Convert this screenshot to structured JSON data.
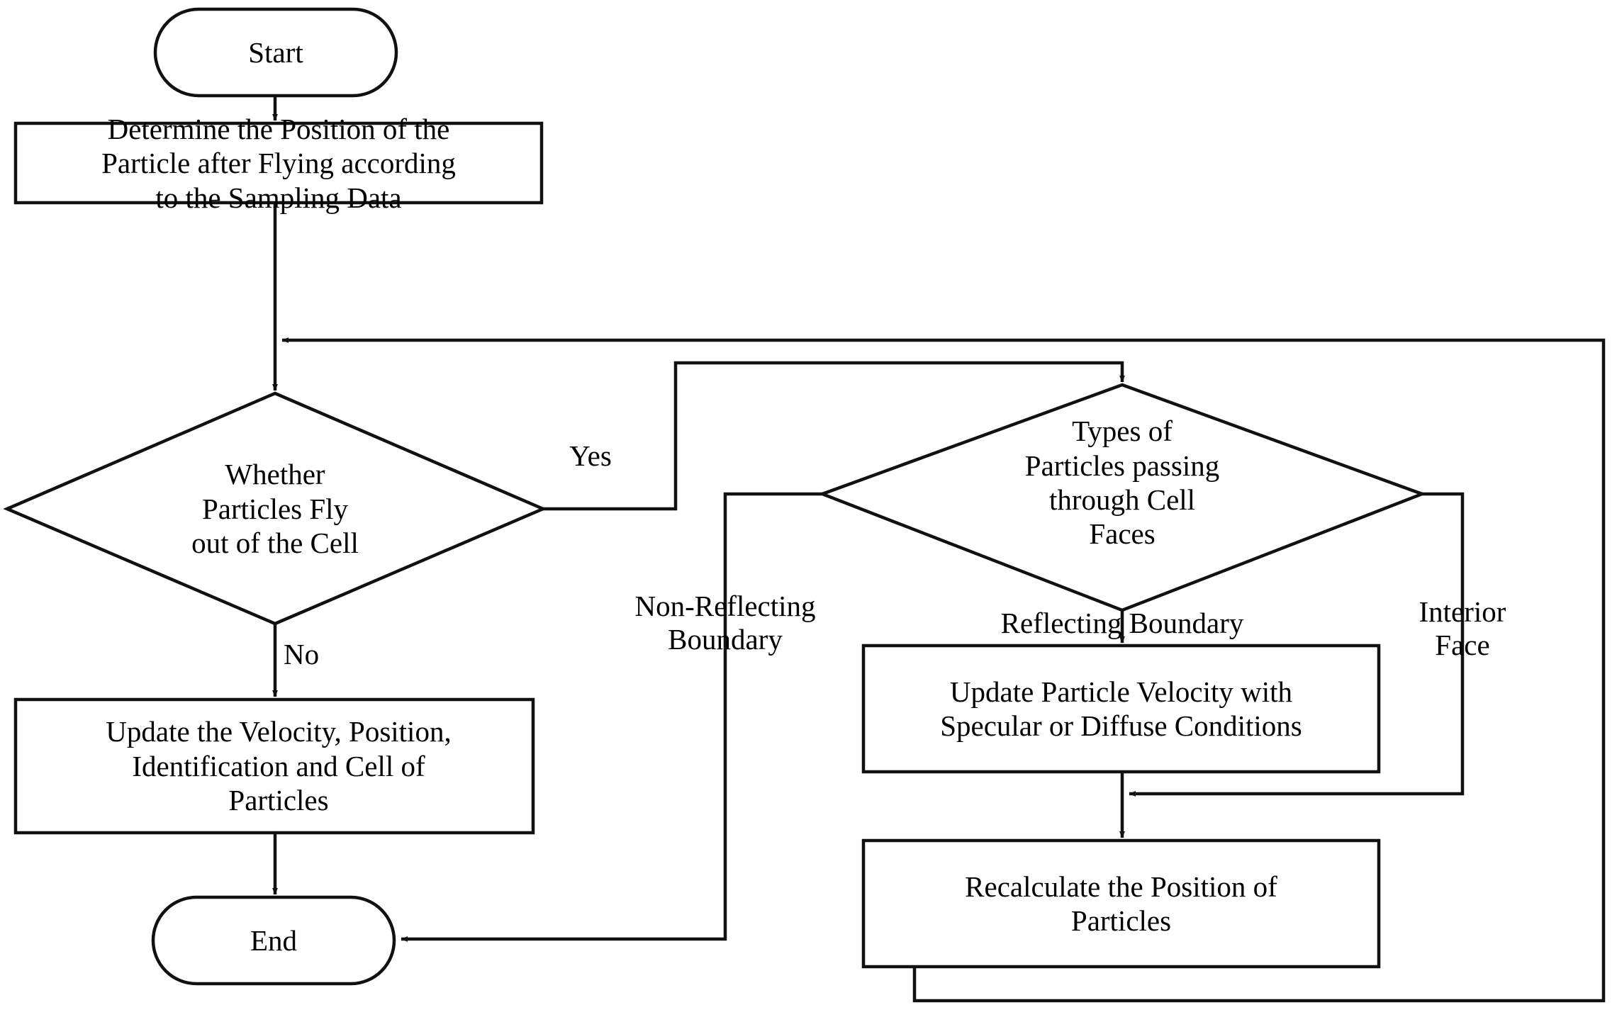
{
  "diagram": {
    "title": "DSMC Particle Movement Flowchart",
    "type": "flowchart",
    "stroke_color": "#111111",
    "fill_color": "#ffffff",
    "text_color": "#000000"
  },
  "nodes": {
    "start": {
      "label": "Start",
      "shape": "terminator"
    },
    "determine_position": {
      "label": "Determine the Position of the\nParticle after Flying according\nto the Sampling Data",
      "shape": "process"
    },
    "whether_fly_out": {
      "label": "Whether\nParticles Fly\nout of the Cell",
      "shape": "decision"
    },
    "types_of_particles": {
      "label": "Types of\nParticles passing\nthrough Cell\nFaces",
      "shape": "decision"
    },
    "update_velocity_position": {
      "label": "Update the Velocity, Position,\nIdentification and Cell of\nParticles",
      "shape": "process"
    },
    "update_particle_velocity": {
      "label": "Update Particle Velocity with\nSpecular or Diffuse Conditions",
      "shape": "process"
    },
    "recalculate_position": {
      "label": "Recalculate the Position of\nParticles",
      "shape": "process"
    },
    "end": {
      "label": "End",
      "shape": "terminator"
    }
  },
  "edge_labels": {
    "yes": "Yes",
    "no": "No",
    "non_reflecting_boundary": "Non-Reflecting\nBoundary",
    "reflecting_boundary": "Reflecting Boundary",
    "interior_face": "Interior\nFace"
  }
}
